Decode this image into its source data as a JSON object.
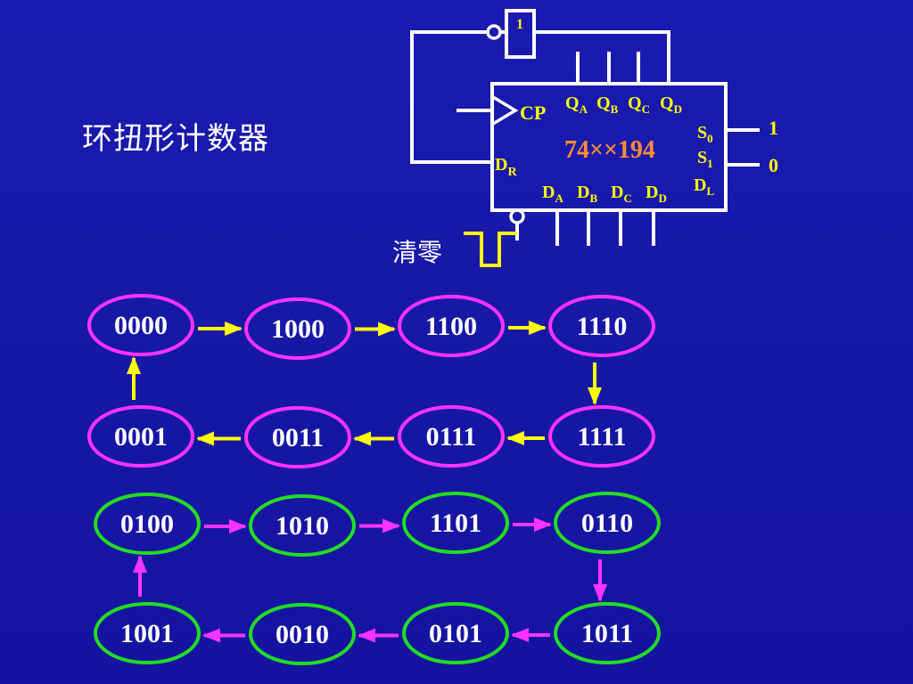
{
  "title": "环扭形计数器",
  "clear_label": "清零",
  "chip": {
    "name": "74××194",
    "cp": "CP",
    "dr": "D",
    "dr_sub": "R",
    "dl": "D",
    "dl_sub": "L",
    "s0": "S",
    "s0_sub": "0",
    "s1": "S",
    "s1_sub": "1",
    "s0_value": "1",
    "s1_value": "0",
    "q_letter": "Q",
    "d_letter": "D",
    "q_subs": [
      "A",
      "B",
      "C",
      "D"
    ],
    "d_subs": [
      "A",
      "B",
      "C",
      "D"
    ],
    "inverter_value": "1"
  },
  "cycles": [
    {
      "name": "valid-cycle",
      "ring_color": "#ff33ff",
      "arrow_color": "#ffff00",
      "states": [
        "0000",
        "1000",
        "1100",
        "1110",
        "1111",
        "0111",
        "0011",
        "0001"
      ]
    },
    {
      "name": "invalid-cycle",
      "ring_color": "#22dd22",
      "arrow_color": "#ff33ff",
      "states": [
        "0100",
        "1010",
        "1101",
        "0110",
        "1011",
        "0101",
        "0010",
        "1001"
      ]
    }
  ],
  "colors": {
    "text": "#ffffff",
    "label": "#ffff00",
    "chip_name": "#ff8c33",
    "wire": "#ffffff"
  }
}
